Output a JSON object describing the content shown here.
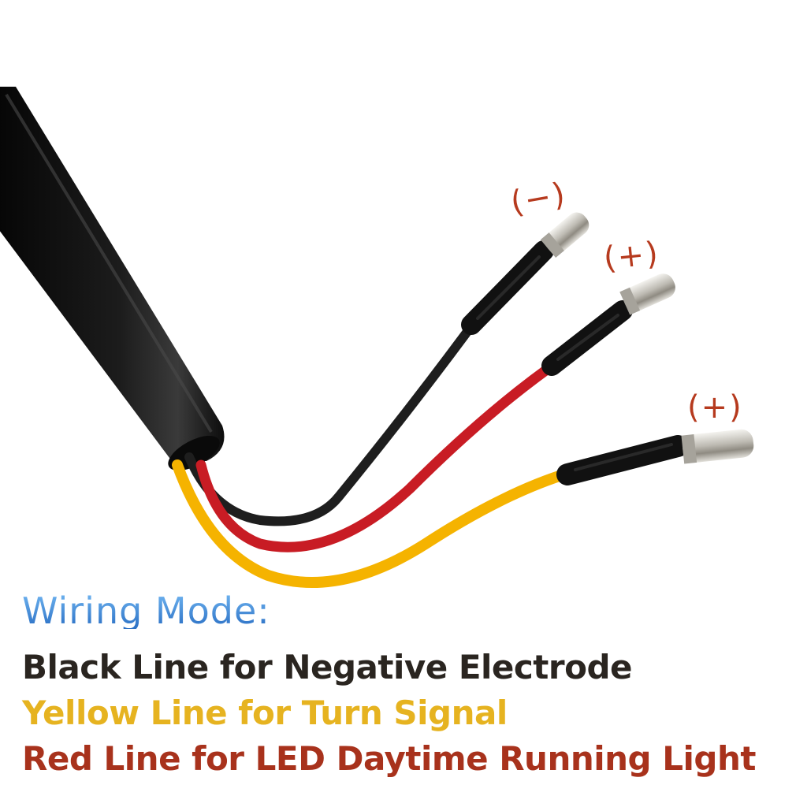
{
  "colors": {
    "cable": "#141414",
    "wire_black": "#1e1e1e",
    "wire_red": "#c81c24",
    "wire_yellow": "#f5b300",
    "connector": "#d8d6d0",
    "polarity_mark": "#b63a1e",
    "title": "#4a8fd8",
    "caption_black": "#2a2520",
    "caption_yellow": "#e6b320",
    "caption_red": "#a8321c"
  },
  "polarity": {
    "black": "(−)",
    "red": "(+)",
    "yellow": "(+)"
  },
  "caption": {
    "title": "Wiring Mode:",
    "black": "Black Line for Negative Electrode",
    "yellow": "Yellow Line for Turn Signal",
    "red": "Red Line for LED Daytime Running Light"
  }
}
